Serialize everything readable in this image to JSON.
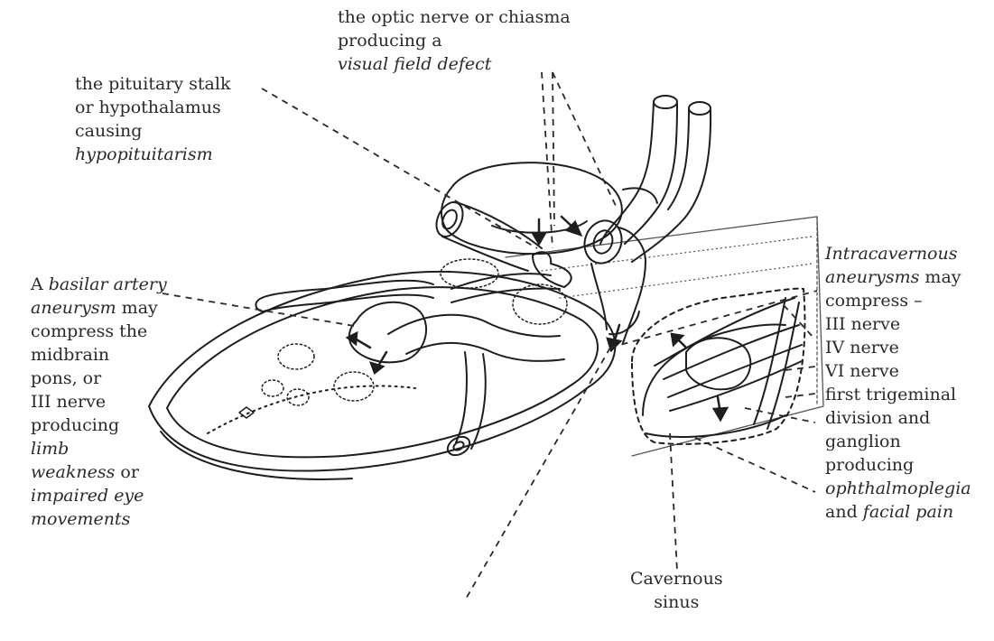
{
  "labels": {
    "optic": {
      "line1": "the optic nerve or chiasma",
      "line2": "producing a",
      "line3": "visual field defect"
    },
    "pituitary": {
      "line1": "the pituitary stalk",
      "line2": "or hypothalamus",
      "line3": "causing",
      "line4": "hypopituitarism"
    },
    "basilar": {
      "l1a": "A ",
      "l1b": "basilar artery",
      "l2a": "aneurysm",
      "l2b": " may",
      "line3": "compress the",
      "line4": "midbrain",
      "line5": "pons, or",
      "line6": "III nerve",
      "line7": "producing",
      "line8": "limb",
      "l9a": "weakness",
      "l9b": " or",
      "line10": "impaired eye",
      "line11": "movements"
    },
    "intracavernous": {
      "line1": "Intracavernous",
      "l2a": "aneurysms",
      "l2b": " may",
      "line3": "compress –",
      "line4": "III nerve",
      "line5": "IV nerve",
      "line6": "VI nerve",
      "line7": "first trigeminal",
      "line8": "division and",
      "line9": "ganglion",
      "line10": "producing",
      "line11": "ophthalmoplegia",
      "l12a": "and ",
      "l12b": "facial pain"
    },
    "cavernous": {
      "line1": "Cavernous",
      "line2": "sinus"
    }
  }
}
